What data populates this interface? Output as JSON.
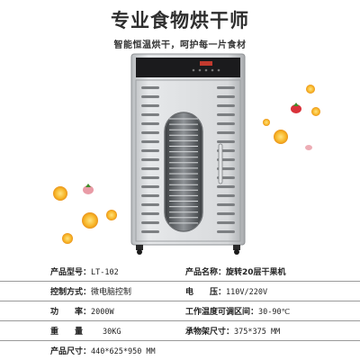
{
  "header": {
    "title": "专业食物烘干师",
    "subtitle": "智能恒温烘干，呵护每一片食材"
  },
  "product": {
    "name": "food-dehydrator-cabinet",
    "shelves_visible": 20
  },
  "specs": {
    "rows": [
      [
        {
          "label": "产品型号：",
          "value": "LT-102"
        },
        {
          "label": "产品名称：",
          "value": "旋转20层干果机"
        }
      ],
      [
        {
          "label": "控制方式：",
          "value": "微电脑控制"
        },
        {
          "label": "电　　压：",
          "value": "110V/220V"
        }
      ],
      [
        {
          "label": "功　　率：",
          "value": "2000W"
        },
        {
          "label": "工作温度可调区间：",
          "value": "30-90℃"
        }
      ],
      [
        {
          "label": "重　　量",
          "value": "30KG"
        },
        {
          "label": "承物架尺寸：",
          "value": "375*375 MM"
        }
      ],
      [
        {
          "label": "产品尺寸：",
          "value": "440*625*950 MM"
        }
      ]
    ]
  },
  "colors": {
    "body": "#c9cccf",
    "panel": "#1e1e1e",
    "accent_orange": "#f5a623",
    "accent_red": "#d9323a"
  }
}
